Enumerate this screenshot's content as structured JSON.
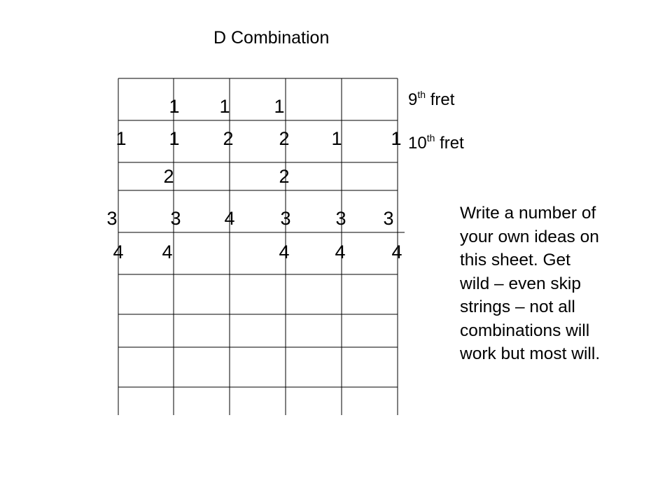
{
  "title": "D Combination",
  "fret_labels": [
    {
      "number": "9",
      "suffix": "th",
      "word": "fret"
    },
    {
      "number": "10",
      "suffix": "th",
      "word": "fret"
    }
  ],
  "grid": {
    "strings": 6,
    "horizontal_lines": 9
  },
  "fingerings": {
    "row_9th_fret": [
      "1",
      "1",
      "1"
    ],
    "row_10th_fret": [
      "1",
      "1",
      "2",
      "2",
      "1",
      "1"
    ],
    "row_11th_fret": [
      "2",
      "2"
    ],
    "row_12th_fret": [
      "3",
      "3",
      "4",
      "3",
      "3",
      "3"
    ],
    "row_13th_fret": [
      "4",
      "4",
      "4",
      "4",
      "4"
    ]
  },
  "instructions": "Write a number of\nyour own ideas on\nthis sheet.  Get\nwild – even skip\nstrings – not all\ncombinations will\nwork but most will."
}
